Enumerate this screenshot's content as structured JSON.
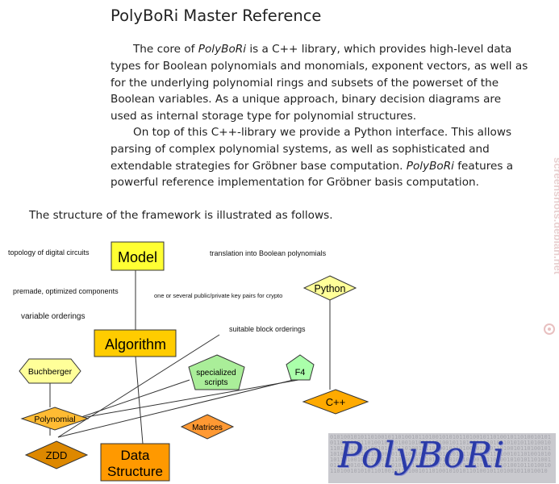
{
  "page": {
    "title": "PolyBoRi Master Reference",
    "para1": {
      "prefix": "The core of ",
      "em": "PolyBoRi",
      "rest": " is a C++ library, which provides high-level data types for Boolean polynomials and monomials, exponent vectors, as well as for the underlying polynomial rings and subsets of the powerset of the Boolean variables. As a unique approach, binary decision diagrams are used as internal storage type for polynomial structures."
    },
    "para2": {
      "prefix": "On top of this C++-library we provide a Python interface. This allows parsing of complex polynomial systems, as well as sophisticated and extendable strategies for Gröbner base computation. ",
      "em": "PolyBoRi",
      "rest": " features a powerful reference implementation for Gröbner basis computation."
    },
    "structure_intro": "The structure of the framework is illustrated as follows."
  },
  "diagram": {
    "nodes": {
      "model": "Model",
      "algorithm": "Algorithm",
      "data_structure_line1": "Data",
      "data_structure_line2": "Structure",
      "python": "Python",
      "cpp": "C++",
      "buchberger": "Buchberger",
      "specialized_line1": "specialized",
      "specialized_line2": "scripts",
      "f4": "F4",
      "polynomial": "Polynomial",
      "matrices": "Matrices",
      "zdd": "ZDD"
    },
    "annotations": {
      "topology": "topology of digital circuits",
      "translation": "translation into Boolean polynomials",
      "premade": "premade, optimized components",
      "key_pairs": "one or several public/private key pairs for crypto",
      "variable_orderings": "variable orderings",
      "block_orderings": "suitable block orderings"
    },
    "colors": {
      "yellow": "#ffff33",
      "gold": "#ffcc00",
      "orange": "#ff9900",
      "dark_orange": "#dd8800",
      "pale_yellow": "#ffff99",
      "light_green": "#aaffaa",
      "pale_green": "#ccffcc"
    }
  },
  "logo": {
    "text": "PolyBoRi",
    "bits": "0101001010110100101101001011010010101011010010110100101101001010101101001011010010110100101010110100101101001011010010101011010010110100101101001010101101001011010010110100101010110100101101001011010010101011010010110100101101001010101101001011010010110100101010110100101101001011010010101011010010110100101101001010101101001011010010110100101010110100101101001011010010101011010010110100101101001010101101001011010010110100101010110100101101001011010010"
  },
  "watermark": {
    "text": "screenshots.debian.net"
  }
}
